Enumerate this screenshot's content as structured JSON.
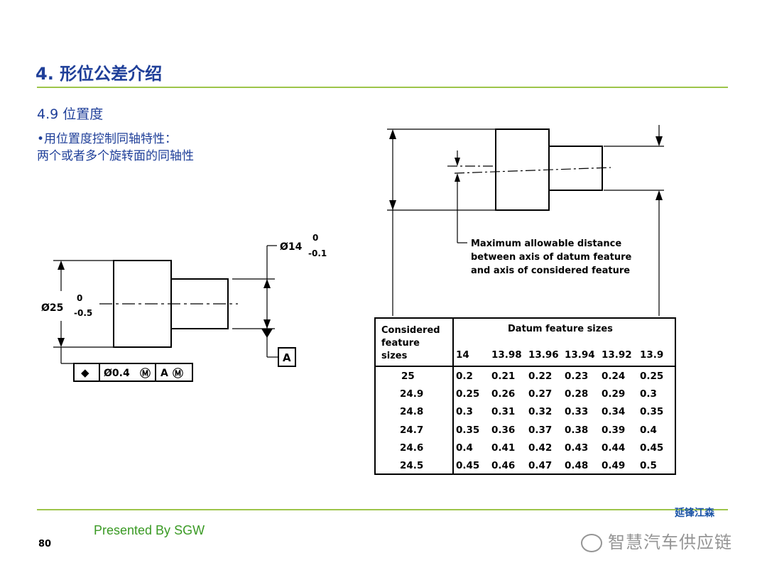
{
  "slide": {
    "title": "4. 形位公差介绍",
    "subtitle": "4.9 位置度",
    "bullet_lines": [
      "•用位置度控制同轴特性：",
      "两个或者多个旋转面的同轴性"
    ],
    "footer": "Presented By SGW",
    "page_number": "80",
    "logo_text": "延锋江森",
    "watermark": "智慧汽车供应链"
  },
  "drawing_left": {
    "dim_large": "Ø25",
    "dim_large_tol_upper": "0",
    "dim_large_tol_lower": "-0.5",
    "dim_small": "Ø14",
    "dim_small_tol_upper": "0",
    "dim_small_tol_lower": "-0.1",
    "datum_label": "A",
    "fcf_symbol": "◆",
    "fcf_tolerance": "Ø0.4",
    "fcf_modifier": "Ⓜ",
    "fcf_datum": "A",
    "fcf_datum_modifier": "Ⓜ"
  },
  "drawing_right": {
    "note_lines": [
      "Maximum allowable distance",
      "between axis of datum feature",
      "and axis of considered feature"
    ]
  },
  "table": {
    "row_header": [
      "Considered",
      "feature",
      "sizes"
    ],
    "col_header": "Datum feature sizes",
    "datum_sizes": [
      "14",
      "13.98",
      "13.96",
      "13.94",
      "13.92",
      "13.9"
    ],
    "rows": [
      {
        "size": "25",
        "values": [
          "0.2",
          "0.21",
          "0.22",
          "0.23",
          "0.24",
          "0.25"
        ]
      },
      {
        "size": "24.9",
        "values": [
          "0.25",
          "0.26",
          "0.27",
          "0.28",
          "0.29",
          "0.3"
        ]
      },
      {
        "size": "24.8",
        "values": [
          "0.3",
          "0.31",
          "0.32",
          "0.33",
          "0.34",
          "0.35"
        ]
      },
      {
        "size": "24.7",
        "values": [
          "0.35",
          "0.36",
          "0.37",
          "0.38",
          "0.39",
          "0.4"
        ]
      },
      {
        "size": "24.6",
        "values": [
          "0.4",
          "0.41",
          "0.42",
          "0.43",
          "0.44",
          "0.45"
        ]
      },
      {
        "size": "24.5",
        "values": [
          "0.45",
          "0.46",
          "0.47",
          "0.48",
          "0.49",
          "0.5"
        ]
      }
    ]
  }
}
